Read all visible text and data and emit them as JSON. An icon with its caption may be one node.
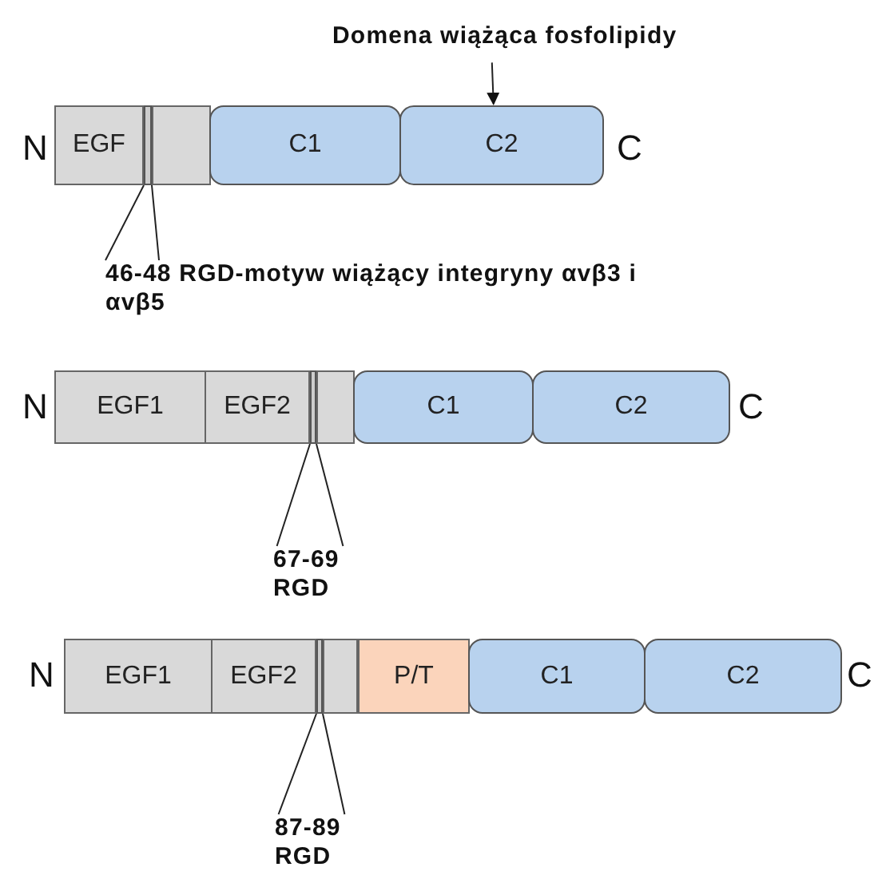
{
  "diagram": {
    "nodes": [
      {
        "text": [
          "Domena wiążąca fosfolipidy"
        ]
      },
      {
        "text": [
          "EGF"
        ]
      },
      {
        "text": [],
        "shape": "bar"
      },
      {
        "text": [],
        "shape": "box"
      },
      {
        "text": [
          "C1"
        ]
      },
      {
        "text": [
          "C2"
        ]
      },
      {
        "text": [
          "46-48 RGD-motyw wiążący integryny αvβ3 i αvβ5"
        ]
      },
      {
        "text": [
          "EGF1"
        ]
      },
      {
        "text": [
          "EGF2"
        ]
      },
      {
        "text": [],
        "shape": "bar"
      },
      {
        "text": [],
        "shape": "box"
      },
      {
        "text": [
          "C1"
        ]
      },
      {
        "text": [
          "C2"
        ]
      },
      {
        "text": [
          "67-69 RGD"
        ]
      },
      {
        "text": [
          "EGF1"
        ]
      },
      {
        "text": [
          "EGF2"
        ]
      },
      {
        "text": [],
        "shape": "bar"
      },
      {
        "text": [],
        "shape": "box"
      },
      {
        "text": [
          "P/T"
        ]
      },
      {
        "text": [
          "C1"
        ]
      },
      {
        "text": [
          "C2"
        ]
      },
      {
        "text": [
          "87-89 RGD"
        ]
      }
    ],
    "edges": [
      {
        "from": 0,
        "to": 5,
        "arrow": "to"
      },
      {
        "from": 6,
        "to": 2,
        "arrow": "none"
      },
      {
        "from": 6,
        "to": 2,
        "arrow": "none"
      },
      {
        "from": 13,
        "to": 9,
        "arrow": "none"
      },
      {
        "from": 13,
        "to": 9,
        "arrow": "none"
      },
      {
        "from": 21,
        "to": 16,
        "arrow": "none"
      },
      {
        "from": 21,
        "to": 16,
        "arrow": "none"
      }
    ],
    "labels": [
      "N",
      "C",
      "N",
      "C",
      "N",
      "C"
    ]
  }
}
